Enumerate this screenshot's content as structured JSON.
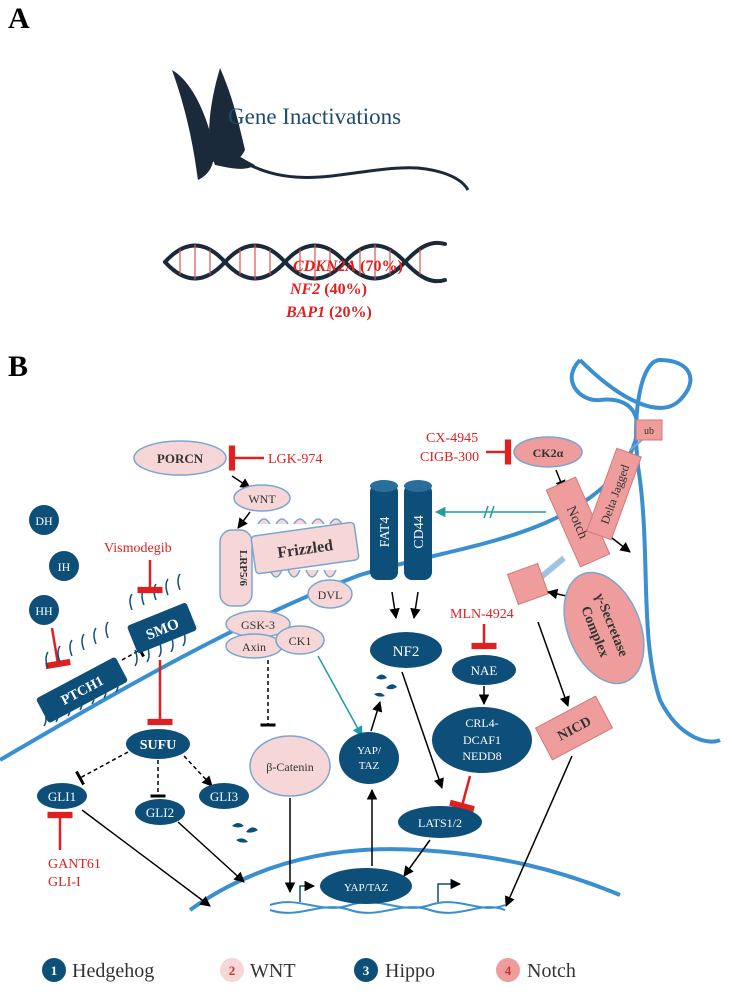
{
  "panel_a": {
    "label": "A",
    "title": "Gene Inactivations",
    "genes": [
      {
        "name": "CDKN2A",
        "pct": "(70%)"
      },
      {
        "name": "NF2",
        "pct": "(40%)"
      },
      {
        "name": "BAP1",
        "pct": "(20%)"
      }
    ]
  },
  "panel_b": {
    "label": "B",
    "ligands": [
      "DH",
      "IH",
      "HH"
    ],
    "hedgehog": {
      "ptch1": "PTCH1",
      "smo": "SMO",
      "sufu": "SUFU",
      "gli1": "GLI1",
      "gli2": "GLI2",
      "gli3": "GLI3",
      "inhibitor_smo": "Vismodegib",
      "inhibitor_gli_1": "GANT61",
      "inhibitor_gli_2": "GLI-I"
    },
    "wnt": {
      "porcn": "PORCN",
      "wnt": "WNT",
      "frizzled": "Frizzled",
      "lrp": "LRP5/6",
      "dvl": "DVL",
      "gsk3": "GSK-3",
      "axin": "Axin",
      "ck1": "CK1",
      "catenin": "β-Catenin",
      "inhibitor": "LGK-974"
    },
    "hippo": {
      "fat4": "FAT4",
      "cd44": "CD44",
      "nf2": "NF2",
      "nae": "NAE",
      "crl4_1": "CRL4-",
      "crl4_2": "DCAF1",
      "crl4_3": "NEDD8",
      "lats": "LATS1/2",
      "yap_1": "YAP/",
      "yap_2": "TAZ",
      "yap_nuclear": "YAP/TAZ",
      "inhibitor": "MLN-4924"
    },
    "notch": {
      "ck2a": "CK2α",
      "notch": "Notch",
      "delta": "Delta Jagged",
      "ub": "ub",
      "secretase_1": "γ-Secretase",
      "secretase_2": "Complex",
      "nicd": "NICD",
      "inhibitor_1": "CX-4945",
      "inhibitor_2": "CIGB-300"
    }
  },
  "legend": [
    {
      "num": "1",
      "label": "Hedgehog",
      "color": "#0e4f7a",
      "text_color": "#ffffff"
    },
    {
      "num": "2",
      "label": "WNT",
      "color": "#f6d6d6",
      "text_color": "#c0392b"
    },
    {
      "num": "3",
      "label": "Hippo",
      "color": "#0e4f7a",
      "text_color": "#ffffff"
    },
    {
      "num": "4",
      "label": "Notch",
      "color": "#ef9c9c",
      "text_color": "#c0392b"
    }
  ],
  "colors": {
    "navy": "#0e4f7a",
    "membrane": "#3a8fd0",
    "pink_light": "#f6d6d6",
    "salmon": "#ef9c9c",
    "inhibitor_red": "#e02020"
  }
}
